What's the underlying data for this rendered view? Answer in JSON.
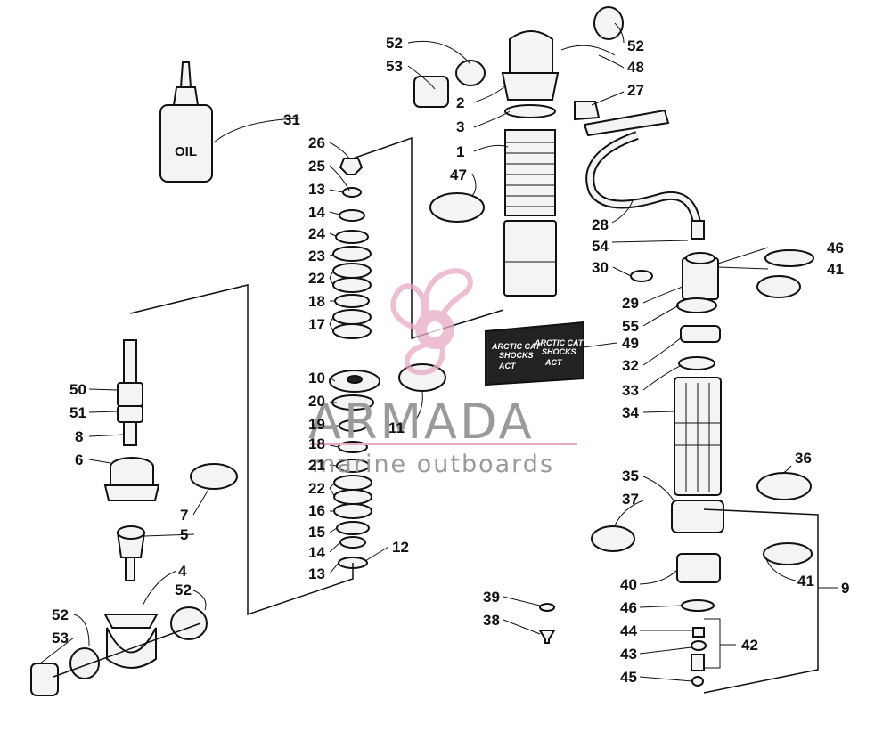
{
  "oil_label": "OIL",
  "sticker": {
    "line1a": "ARCTIC CAT",
    "line1b": "SHOCKS",
    "line2a": "ARCTIC CAT",
    "line2b": "SHOCKS",
    "badge": "ACT"
  },
  "watermark": {
    "brand": "ARMADA",
    "tagline": "marine outboards",
    "color_logo": "#e7a9c6",
    "color_text": "#9a9a9a"
  },
  "labels": {
    "l52a": "52",
    "l53a": "53",
    "l52b": "52",
    "l48": "48",
    "l2": "2",
    "l27": "27",
    "l3": "3",
    "l31": "31",
    "l26": "26",
    "l1": "1",
    "l25": "25",
    "l47": "47",
    "l13a": "13",
    "l14a": "14",
    "l24": "24",
    "l23": "23",
    "l22a": "22",
    "l28": "28",
    "l54": "54",
    "l46a": "46",
    "l30": "30",
    "l41a": "41",
    "l18a": "18",
    "l17": "17",
    "l29": "29",
    "l55": "55",
    "l49": "49",
    "l32": "32",
    "l10": "10",
    "l33": "33",
    "l50": "50",
    "l20": "20",
    "l51": "51",
    "l34": "34",
    "l19": "19",
    "l11": "11",
    "l8": "8",
    "l18b": "18",
    "l6": "6",
    "l21": "21",
    "l36": "36",
    "l35": "35",
    "l22b": "22",
    "l37": "37",
    "l16": "16",
    "l7": "7",
    "l15": "15",
    "l5": "5",
    "l14b": "14",
    "l12": "12",
    "l13b": "13",
    "l4": "4",
    "l41b": "41",
    "l9": "9",
    "l40": "40",
    "l52c": "52",
    "l39": "39",
    "l52d": "52",
    "l46b": "46",
    "l38": "38",
    "l53b": "53",
    "l44": "44",
    "l42": "42",
    "l43": "43",
    "l45": "45"
  }
}
